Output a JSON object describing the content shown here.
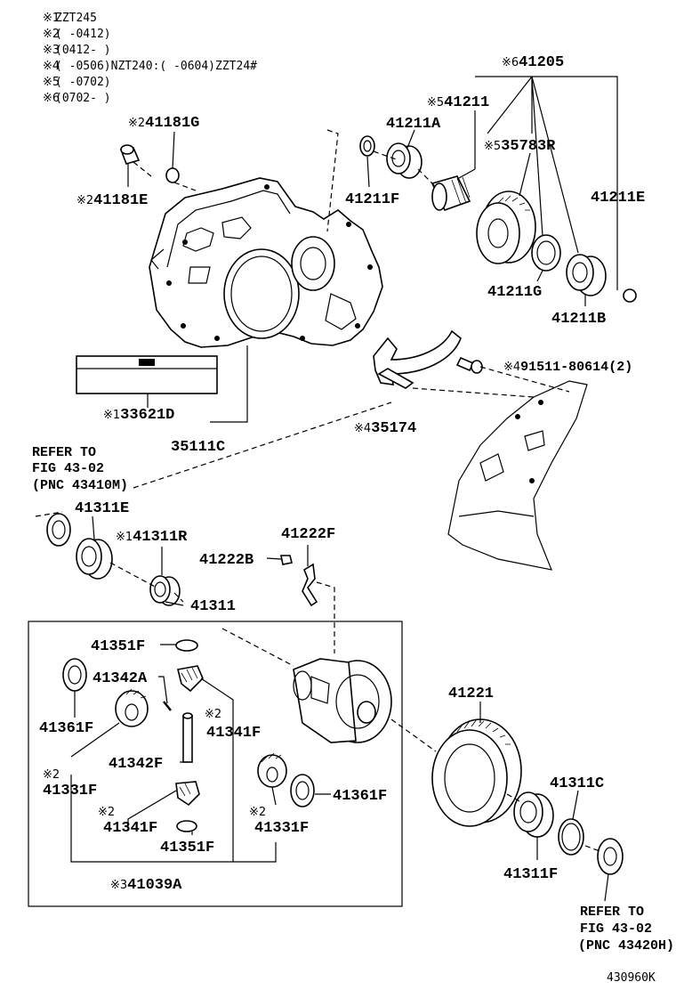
{
  "notes": [
    {
      "mark": "※1",
      "text": "ZZT245"
    },
    {
      "mark": "※2",
      "text": "(      -0412)"
    },
    {
      "mark": "※3",
      "text": "(0412-     )"
    },
    {
      "mark": "※4",
      "text": "(     -0506)NZT240:(     -0604)ZZT24#"
    },
    {
      "mark": "※5",
      "text": "(     -0702)"
    },
    {
      "mark": "※6",
      "text": "(0702-     )"
    }
  ],
  "labels": {
    "p41205": {
      "mark": "※6",
      "num": "41205"
    },
    "p41211": {
      "mark": "※5",
      "num": "41211"
    },
    "p41211A": {
      "mark": "",
      "num": "41211A"
    },
    "p35783R": {
      "mark": "※5",
      "num": "35783R"
    },
    "p41181G": {
      "mark": "※2",
      "num": "41181G"
    },
    "p41181E": {
      "mark": "※2",
      "num": "41181E"
    },
    "p41211F": {
      "mark": "",
      "num": "41211F"
    },
    "p41211E": {
      "mark": "",
      "num": "41211E"
    },
    "p41211G": {
      "mark": "",
      "num": "41211G"
    },
    "p41211B": {
      "mark": "",
      "num": "41211B"
    },
    "p91511": {
      "mark": "※4",
      "num": "91511-80614(2)"
    },
    "p33621D": {
      "mark": "※1",
      "num": "33621D"
    },
    "p35111C": {
      "mark": "",
      "num": "35111C"
    },
    "p35174": {
      "mark": "※4",
      "num": "35174"
    },
    "p41311E": {
      "mark": "",
      "num": "41311E"
    },
    "p41311R": {
      "mark": "※1",
      "num": "41311R"
    },
    "p41222F": {
      "mark": "",
      "num": "41222F"
    },
    "p41222B": {
      "mark": "",
      "num": "41222B"
    },
    "p41311": {
      "mark": "",
      "num": "41311"
    },
    "p41351F_a": {
      "mark": "",
      "num": "41351F"
    },
    "p41342A": {
      "mark": "",
      "num": "41342A"
    },
    "p41361F_a": {
      "mark": "",
      "num": "41361F"
    },
    "p41341F_a": {
      "mark": "※2",
      "num": "41341F"
    },
    "p41342F": {
      "mark": "",
      "num": "41342F"
    },
    "p41331F_a": {
      "mark": "※2",
      "num": "41331F"
    },
    "p41341F_b": {
      "mark": "※2",
      "num": "41341F"
    },
    "p41351F_b": {
      "mark": "",
      "num": "41351F"
    },
    "p41331F_b": {
      "mark": "※2",
      "num": "41331F"
    },
    "p41361F_b": {
      "mark": "",
      "num": "41361F"
    },
    "p41039A": {
      "mark": "※3",
      "num": "41039A"
    },
    "p41221": {
      "mark": "",
      "num": "41221"
    },
    "p41311C": {
      "mark": "",
      "num": "41311C"
    },
    "p41311F": {
      "mark": "",
      "num": "41311F"
    }
  },
  "refs": {
    "left": [
      "REFER TO",
      "FIG 43-02",
      "(PNC 43410M)"
    ],
    "right": [
      "REFER TO",
      "FIG 43-02",
      "(PNC 43420H)"
    ]
  },
  "footer_code": "430960K"
}
